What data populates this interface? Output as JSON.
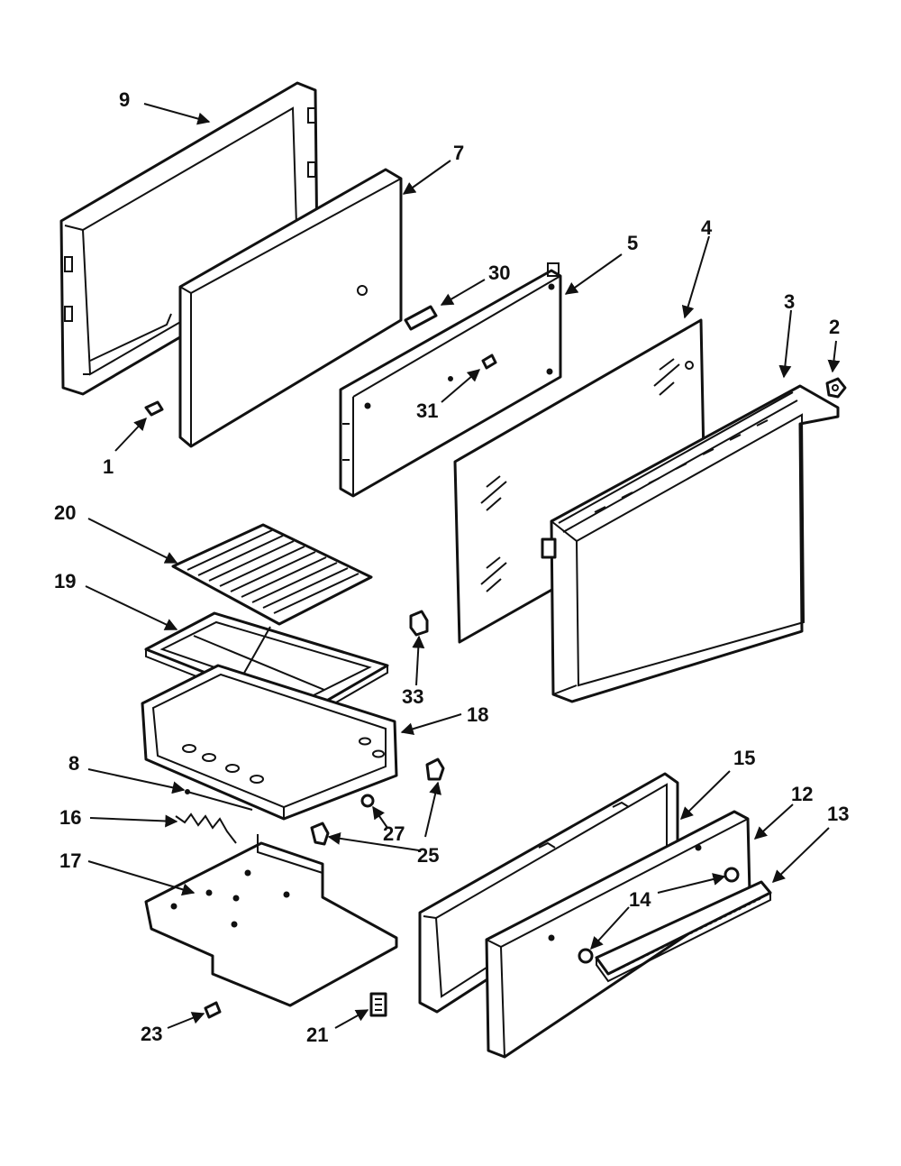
{
  "labels": {
    "p1": "1",
    "p2": "2",
    "p3": "3",
    "p4": "4",
    "p5": "5",
    "p7": "7",
    "p8": "8",
    "p9": "9",
    "p12": "12",
    "p13": "13",
    "p14": "14",
    "p15": "15",
    "p16": "16",
    "p17": "17",
    "p18": "18",
    "p19": "19",
    "p20": "20",
    "p21": "21",
    "p23": "23",
    "p25": "25",
    "p27": "27",
    "p30": "30",
    "p31": "31",
    "p33": "33"
  },
  "colors": {
    "line": "#111111",
    "background": "#ffffff"
  }
}
